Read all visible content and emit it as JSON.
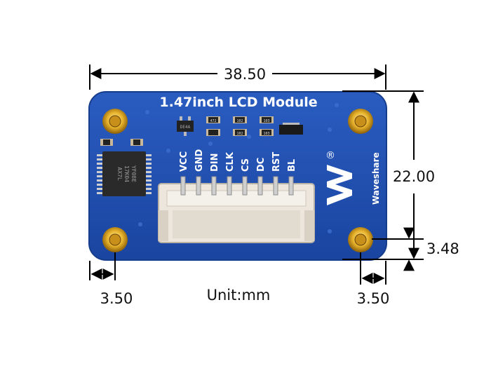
{
  "board": {
    "title": "1.47inch LCD Module",
    "brand": "Waveshare",
    "registered_mark": "®",
    "pins": [
      "VCC",
      "GND",
      "DIN",
      "CLK",
      "CS",
      "DC",
      "RST",
      "BL"
    ],
    "chip_markings": [
      "YF08E",
      "17K04",
      "AX7L"
    ],
    "resistor_markings": [
      "472",
      "102",
      "102",
      "103",
      "103"
    ],
    "transistor_marking": "DE4A",
    "colors": {
      "pcb": "#1f4fae",
      "pcb_edge": "#163d8c",
      "silk": "#ffffff",
      "gold": "#d9a21b",
      "connector": "#ece6dd"
    }
  },
  "dimensions": {
    "width": "38.50",
    "height": "22.00",
    "hole_offset_x_left": "3.50",
    "hole_offset_x_right": "3.50",
    "hole_offset_y": "3.48"
  },
  "unit_label": "Unit:mm"
}
